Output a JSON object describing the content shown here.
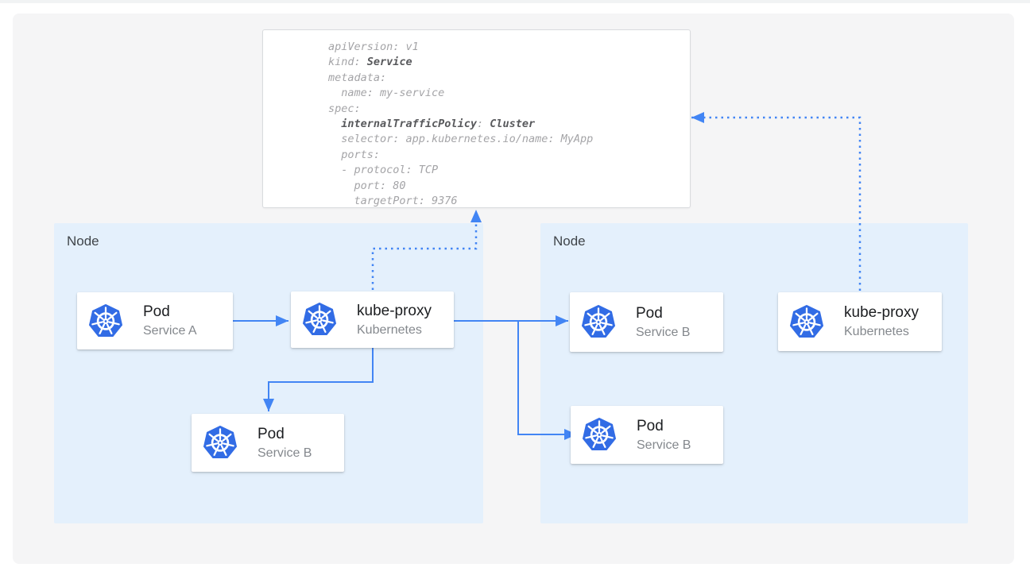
{
  "yaml_card": {
    "lines": [
      [
        {
          "t": "apiVersion: v1",
          "b": false
        }
      ],
      [
        {
          "t": "kind: ",
          "b": false
        },
        {
          "t": "Service",
          "b": true
        }
      ],
      [
        {
          "t": "metadata:",
          "b": false
        }
      ],
      [
        {
          "t": "  name: my-service",
          "b": false
        }
      ],
      [
        {
          "t": "spec:",
          "b": false
        }
      ],
      [
        {
          "t": "  ",
          "b": false
        },
        {
          "t": "internalTrafficPolicy",
          "b": true
        },
        {
          "t": ": ",
          "b": false
        },
        {
          "t": "Cluster",
          "b": true
        }
      ],
      [
        {
          "t": "  selector: app.kubernetes.io/name: MyApp",
          "b": false
        }
      ],
      [
        {
          "t": "  ports:",
          "b": false
        }
      ],
      [
        {
          "t": "  - protocol: TCP",
          "b": false
        }
      ],
      [
        {
          "t": "    port: 80",
          "b": false
        }
      ],
      [
        {
          "t": "    targetPort: 9376",
          "b": false
        }
      ]
    ]
  },
  "nodes": {
    "left": {
      "label": "Node",
      "cards": [
        {
          "title": "Pod",
          "subtitle": "Service A"
        },
        {
          "title": "kube-proxy",
          "subtitle": "Kubernetes"
        },
        {
          "title": "Pod",
          "subtitle": "Service B"
        }
      ]
    },
    "right": {
      "label": "Node",
      "cards": [
        {
          "title": "Pod",
          "subtitle": "Service B"
        },
        {
          "title": "kube-proxy",
          "subtitle": "Kubernetes"
        },
        {
          "title": "Pod",
          "subtitle": "Service B"
        }
      ]
    }
  },
  "colors": {
    "kubernetes_blue": "#326ce5",
    "arrow_blue": "#4285f4",
    "node_background": "#e4f0fc",
    "panel_background": "#f5f5f6",
    "yaml_normal_text": "#a4a4a7",
    "yaml_bold_text": "#58595c"
  }
}
